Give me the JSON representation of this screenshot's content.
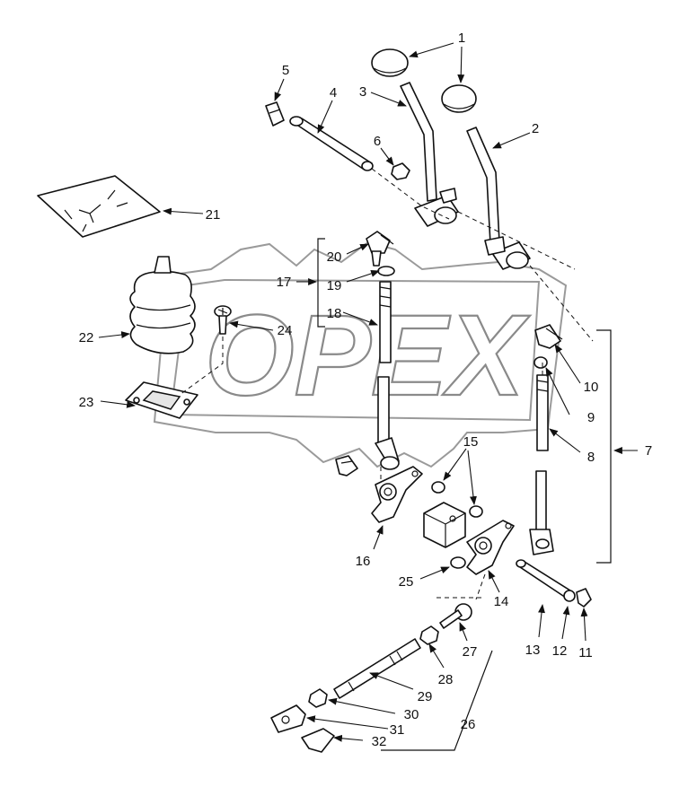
{
  "watermark": {
    "text": "OPEX"
  },
  "callouts": {
    "c1": "1",
    "c2": "2",
    "c3": "3",
    "c4": "4",
    "c5": "5",
    "c6": "6",
    "c7": "7",
    "c8": "8",
    "c9": "9",
    "c10": "10",
    "c11": "11",
    "c12": "12",
    "c13": "13",
    "c14": "14",
    "c15": "15",
    "c16": "16",
    "c17": "17",
    "c18": "18",
    "c19": "19",
    "c20": "20",
    "c21": "21",
    "c22": "22",
    "c23": "23",
    "c24": "24",
    "c25": "25",
    "c26": "26",
    "c27": "27",
    "c28": "28",
    "c29": "29",
    "c30": "30",
    "c31": "31",
    "c32": "32"
  }
}
